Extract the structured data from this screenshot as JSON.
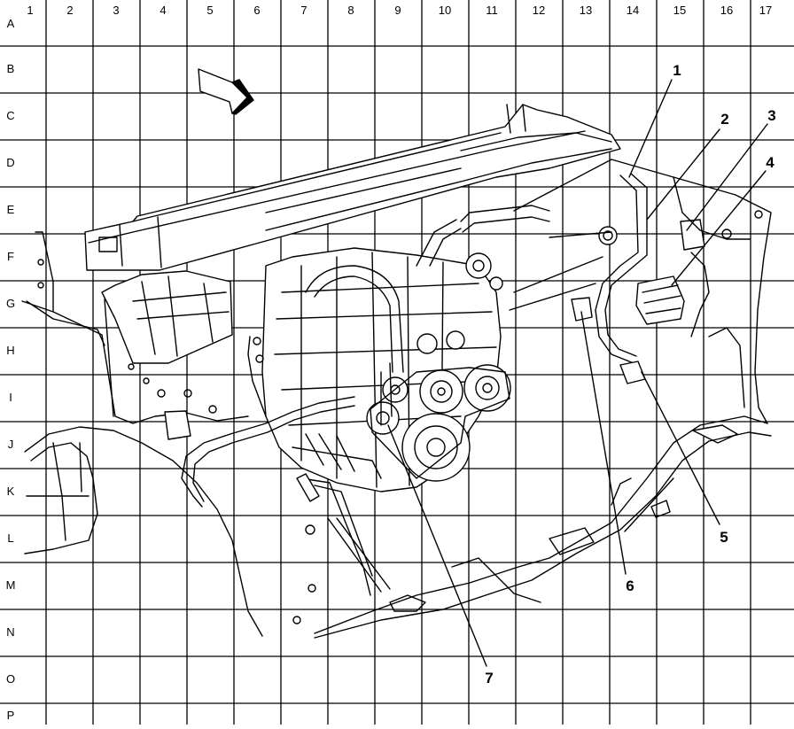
{
  "grid": {
    "columns": [
      "1",
      "2",
      "3",
      "4",
      "5",
      "6",
      "7",
      "8",
      "9",
      "10",
      "11",
      "12",
      "13",
      "14",
      "15",
      "16",
      "17"
    ],
    "rows": [
      "A",
      "B",
      "C",
      "D",
      "E",
      "F",
      "G",
      "H",
      "I",
      "J",
      "K",
      "L",
      "M",
      "N",
      "O",
      "P"
    ]
  },
  "callouts": [
    "1",
    "2",
    "3",
    "4",
    "5",
    "6",
    "7"
  ],
  "colors": {
    "ink": "#000000",
    "paper": "#ffffff"
  }
}
